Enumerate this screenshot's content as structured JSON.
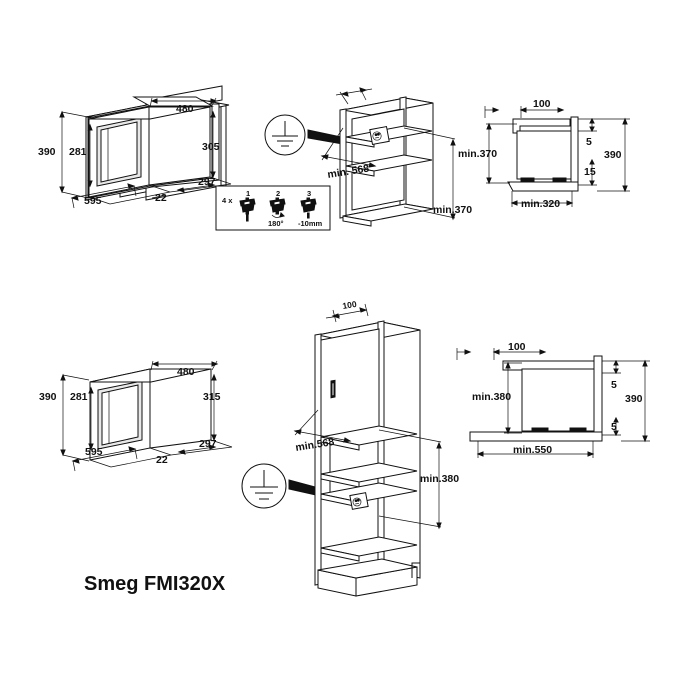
{
  "page": {
    "title": "Smeg FMI320X",
    "background": "#ffffff",
    "line_color": "#111111"
  },
  "views": {
    "top_left_appliance": {
      "name": "built-in microwave isometric (top)",
      "dims": {
        "height_overall": "390",
        "height_front": "281",
        "width_top": "480",
        "depth_side": "305",
        "width_front": "595",
        "depth_base": "297",
        "front_offset": "22"
      }
    },
    "bottom_left_appliance": {
      "name": "built-in microwave isometric (bottom)",
      "dims": {
        "height_overall": "390",
        "height_front": "281",
        "width_top": "480",
        "depth_side": "315",
        "width_front": "595",
        "depth_base": "297",
        "front_offset": "22"
      }
    },
    "top_cabinet": {
      "name": "wall cabinet recess isometric",
      "dims": {
        "depth": "min. 568",
        "height": "min.370"
      }
    },
    "bottom_cabinet": {
      "name": "tall column cabinet isometric",
      "dims": {
        "top_gap": "100",
        "depth": "min.568",
        "height": "min.380"
      }
    },
    "top_right_section": {
      "name": "recess section view (top)",
      "dims": {
        "top_overhang": "100",
        "opening_height": "min.370",
        "gap_top": "5",
        "gap_bottom": "15",
        "total_height": "390",
        "opening_width": "min.320"
      }
    },
    "bottom_right_section": {
      "name": "recess section view (bottom)",
      "dims": {
        "top_overhang": "100",
        "opening_height": "min.380",
        "gap_top": "5",
        "gap_bottom": "5",
        "total_height": "390",
        "opening_width": "min.550"
      }
    },
    "earth_symbol": {
      "name": "protective earth / socket position indicator",
      "label": ""
    },
    "bracket_detail": {
      "name": "mounting bracket adjustment detail",
      "quantity": "4 x",
      "steps": [
        {
          "number": "1",
          "label": ""
        },
        {
          "number": "2",
          "label": "180°"
        },
        {
          "number": "3",
          "label": "-10mm"
        }
      ]
    }
  }
}
